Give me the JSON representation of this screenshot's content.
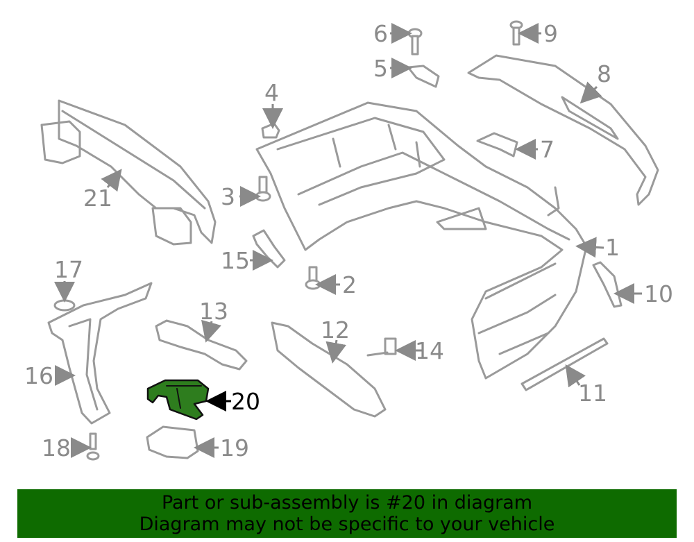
{
  "callouts": {
    "c1": "1",
    "c2": "2",
    "c3": "3",
    "c4": "4",
    "c5": "5",
    "c6": "6",
    "c7": "7",
    "c8": "8",
    "c9": "9",
    "c10": "10",
    "c11": "11",
    "c12": "12",
    "c13": "13",
    "c14": "14",
    "c15": "15",
    "c16": "16",
    "c17": "17",
    "c18": "18",
    "c19": "19",
    "c20": "20",
    "c21": "21"
  },
  "highlighted_part": "20",
  "colors": {
    "highlight": "#2e7d1e",
    "banner": "#0e6b00",
    "line": "#9a9a9a"
  },
  "banner": {
    "line1": "Part or sub-assembly is #20 in diagram",
    "line2": "Diagram may not be specific to your vehicle"
  }
}
